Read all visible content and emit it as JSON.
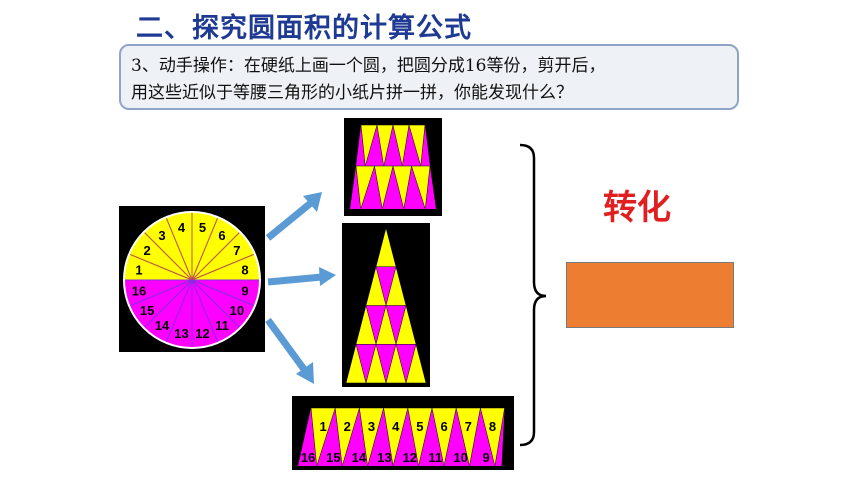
{
  "title": "二、探究圆面积的计算公式",
  "task": {
    "line1": "3、动手操作：在硬纸上画一个圆，把圆分成16等份，剪开后，",
    "line2": "用这些近似于等腰三角形的小纸片拼一拼，你能发现什么？"
  },
  "result_label": "转化",
  "circle_numbers": [
    "1",
    "2",
    "3",
    "4",
    "5",
    "6",
    "7",
    "8",
    "9",
    "10",
    "11",
    "12",
    "13",
    "14",
    "15",
    "16"
  ],
  "strip_top_numbers": [
    "1",
    "2",
    "3",
    "4",
    "5",
    "6",
    "7",
    "8"
  ],
  "strip_bottom_numbers": [
    "16",
    "15",
    "14",
    "13",
    "12",
    "11",
    "10",
    "9"
  ],
  "colors": {
    "title": "#1f3a93",
    "yellow": "#ffff00",
    "magenta": "#ff00ff",
    "orange": "#ed7d31",
    "arrow": "#5b9bd5",
    "red_text": "#e02020"
  }
}
